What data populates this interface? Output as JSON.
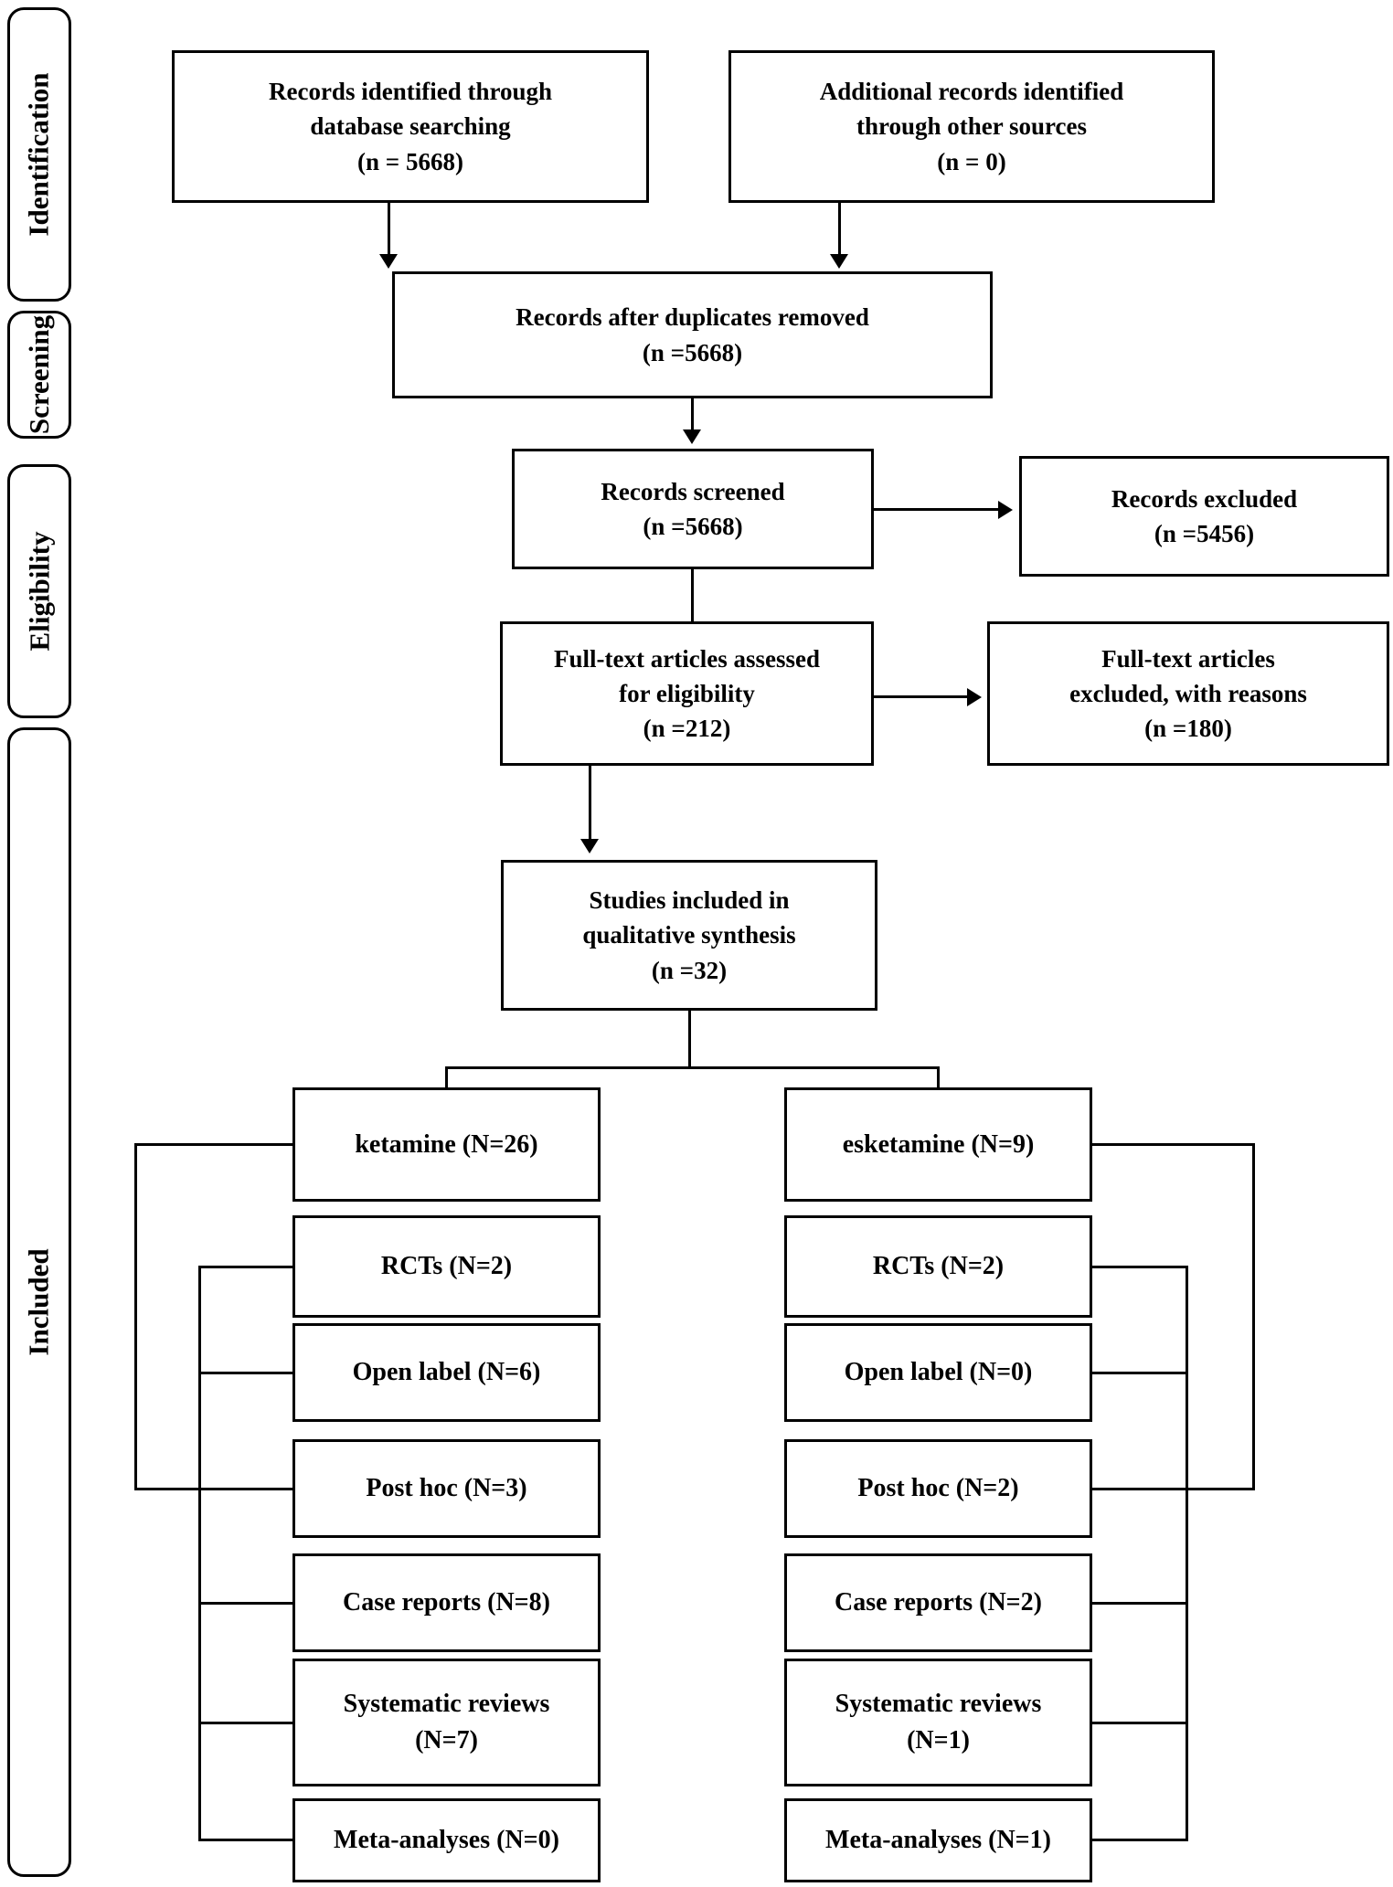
{
  "sidebar": {
    "stages": [
      {
        "label": "Identification"
      },
      {
        "label": "Screening"
      },
      {
        "label": "Eligibility"
      },
      {
        "label": "Included"
      }
    ]
  },
  "flow": {
    "records_identified": {
      "lines": [
        "Records identified through",
        "database searching",
        "(n = 5668)"
      ]
    },
    "additional_records": {
      "lines": [
        "Additional records identified",
        "through other sources",
        "(n = 0)"
      ]
    },
    "duplicates_removed": {
      "lines": [
        "Records after duplicates removed",
        "(n =5668)"
      ]
    },
    "records_screened": {
      "lines": [
        "Records screened",
        "(n =5668)"
      ]
    },
    "records_excluded": {
      "lines": [
        "Records excluded",
        "(n =5456)"
      ]
    },
    "fulltext_assessed": {
      "lines": [
        "Full-text articles assessed",
        "for eligibility",
        "(n =212)"
      ]
    },
    "fulltext_excluded": {
      "lines": [
        "Full-text articles",
        "excluded, with reasons",
        "(n =180)"
      ]
    },
    "studies_included": {
      "lines": [
        "Studies included in",
        "qualitative synthesis",
        "(n =32)"
      ]
    }
  },
  "columns": {
    "ketamine": {
      "header": "ketamine (N=26)",
      "rcts": "RCTs (N=2)",
      "open_label": "Open label (N=6)",
      "post_hoc": "Post hoc (N=3)",
      "case_reports": "Case reports (N=8)",
      "systematic_reviews": {
        "lines": [
          "Systematic reviews",
          "(N=7)"
        ]
      },
      "meta_analyses": "Meta-analyses (N=0)"
    },
    "esketamine": {
      "header": "esketamine (N=9)",
      "rcts": "RCTs (N=2)",
      "open_label": "Open label (N=0)",
      "post_hoc": "Post hoc (N=2)",
      "case_reports": "Case reports (N=2)",
      "systematic_reviews": {
        "lines": [
          "Systematic reviews",
          "(N=1)"
        ]
      },
      "meta_analyses": "Meta-analyses (N=1)"
    }
  },
  "colors": {
    "line": "#000000",
    "box_fill": "#ffffff"
  }
}
